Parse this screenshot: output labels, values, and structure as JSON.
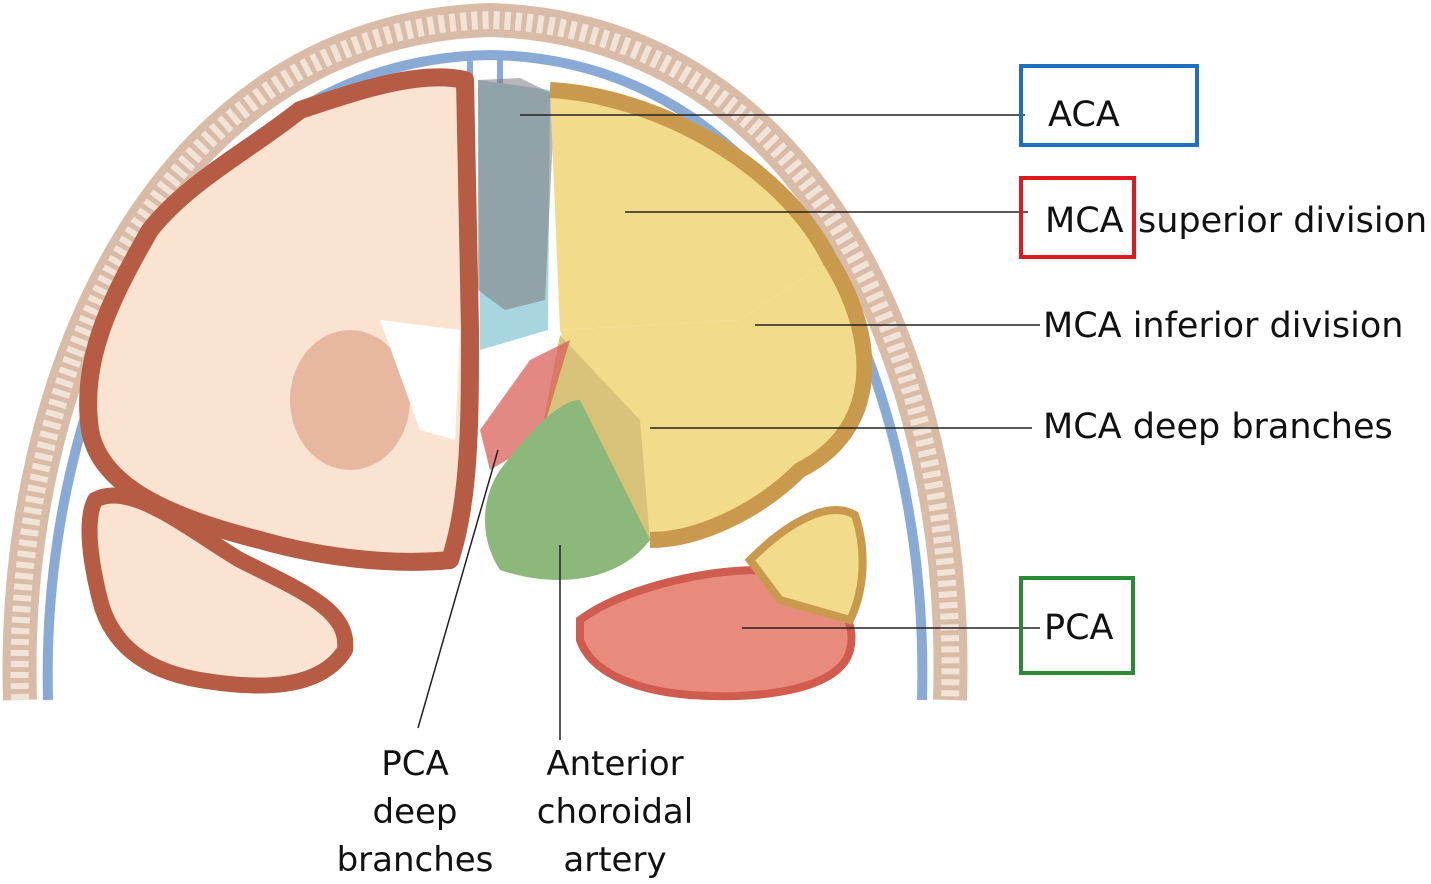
{
  "labels": {
    "aca": "ACA",
    "mca_superior_prefix": "MCA",
    "mca_superior_suffix": "superior division",
    "mca_inferior": "MCA inferior division",
    "mca_deep": "MCA deep branches",
    "pca": "PCA",
    "pca_deep": [
      "PCA",
      "deep",
      "branches"
    ],
    "anterior_choroidal": [
      "Anterior",
      "choroidal",
      "artery"
    ]
  },
  "box_colors": {
    "aca": "#1f6fc0",
    "mca": "#e0191e",
    "pca": "#2a8a34"
  },
  "territory_colors": {
    "aca": "#a8d6de",
    "mca_superior": "#f2dc8c",
    "mca_inferior": "#f2dc8c",
    "mca_deep": "#d9c27a",
    "pca": "#e88a7c",
    "anterior_choroidal": "#8cb87c",
    "pca_deep": "#d9605a"
  }
}
